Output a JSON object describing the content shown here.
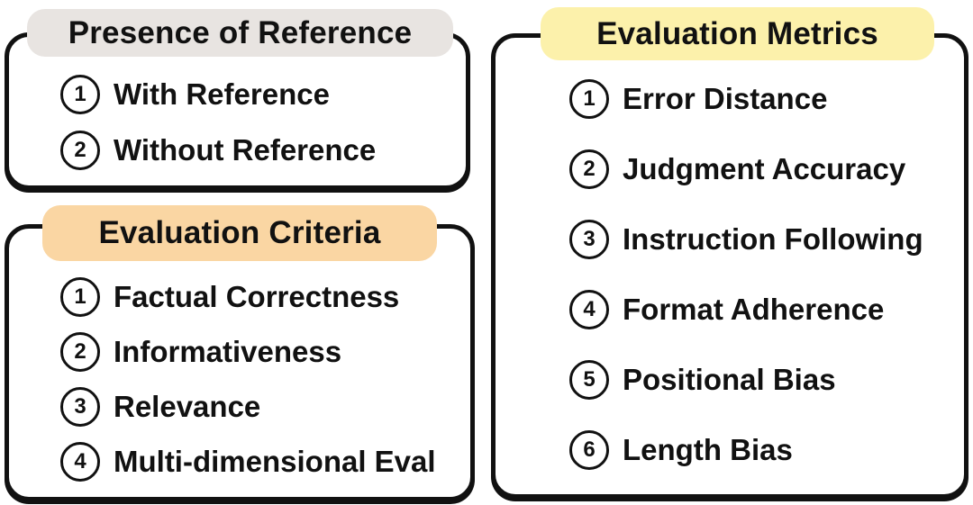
{
  "colors": {
    "outline": "#111111",
    "panel_bg": "#ffffff",
    "gray_badge": "#E8E4E1",
    "orange_badge": "#FAD6A3",
    "yellow_badge": "#FCF1AB"
  },
  "panels": [
    {
      "title": "Presence of Reference",
      "badge_color": "#E8E4E1",
      "items": [
        {
          "num": "1",
          "label": "With Reference"
        },
        {
          "num": "2",
          "label": "Without Reference"
        }
      ]
    },
    {
      "title": "Evaluation Criteria",
      "badge_color": "#FAD6A3",
      "items": [
        {
          "num": "1",
          "label": "Factual Correctness"
        },
        {
          "num": "2",
          "label": "Informativeness"
        },
        {
          "num": "3",
          "label": "Relevance"
        },
        {
          "num": "4",
          "label": "Multi-dimensional Eval"
        }
      ]
    },
    {
      "title": "Evaluation Metrics",
      "badge_color": "#FCF1AB",
      "items": [
        {
          "num": "1",
          "label": "Error Distance"
        },
        {
          "num": "2",
          "label": "Judgment Accuracy"
        },
        {
          "num": "3",
          "label": "Instruction Following"
        },
        {
          "num": "4",
          "label": "Format Adherence"
        },
        {
          "num": "5",
          "label": "Positional Bias"
        },
        {
          "num": "6",
          "label": "Length Bias"
        }
      ]
    }
  ]
}
